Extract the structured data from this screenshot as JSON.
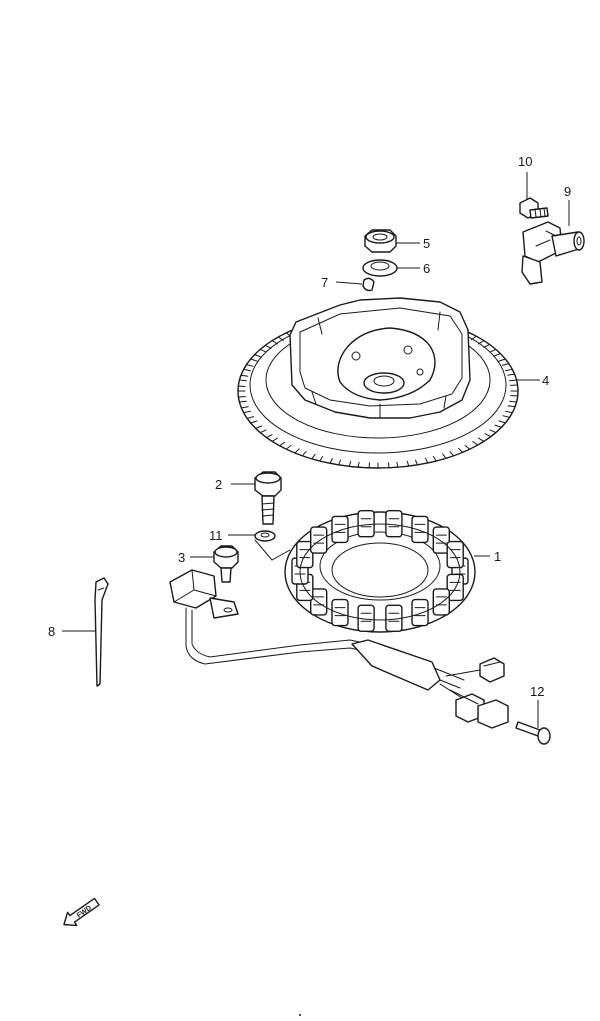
{
  "callouts": [
    {
      "id": "stator",
      "label": "1"
    },
    {
      "id": "bolt-long",
      "label": "2"
    },
    {
      "id": "bolt-bracket",
      "label": "3"
    },
    {
      "id": "flywheel",
      "label": "4"
    },
    {
      "id": "nut",
      "label": "5"
    },
    {
      "id": "washer",
      "label": "6"
    },
    {
      "id": "key",
      "label": "7"
    },
    {
      "id": "cable-tie",
      "label": "8"
    },
    {
      "id": "pulser-coil",
      "label": "9"
    },
    {
      "id": "bolt-sensor",
      "label": "10"
    },
    {
      "id": "washer-small",
      "label": "11"
    },
    {
      "id": "fuse",
      "label": "12"
    }
  ],
  "fwd_label": "FWD",
  "colors": {
    "line": "#1a1a1a",
    "background": "#ffffff"
  }
}
